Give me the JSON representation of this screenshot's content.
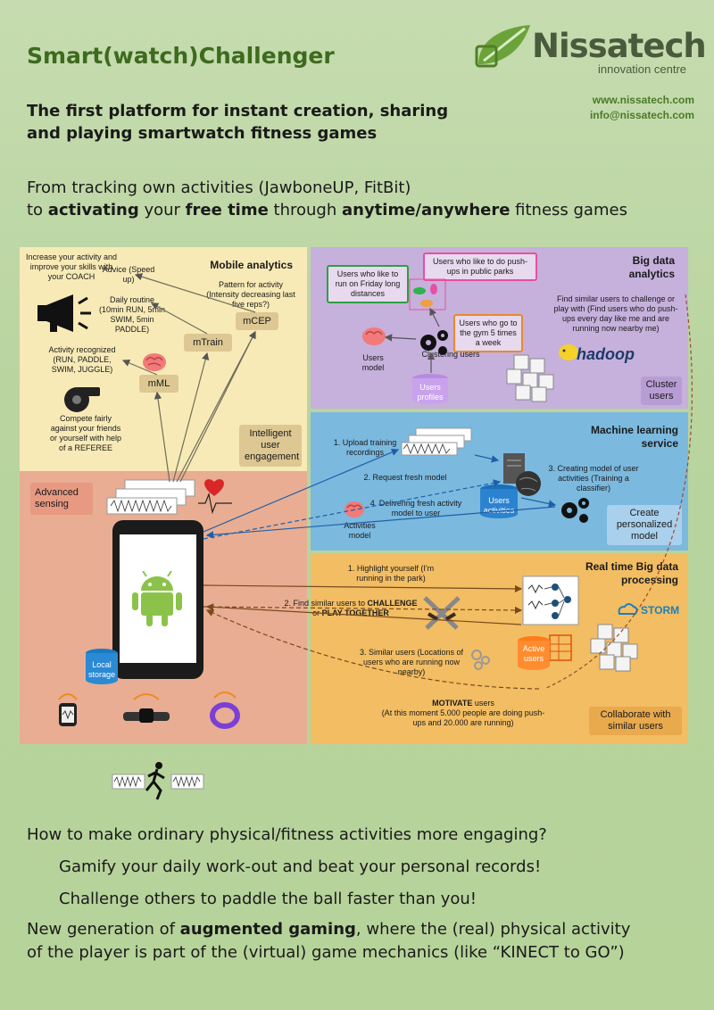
{
  "header": {
    "title": "Smart(watch)Challenger",
    "subtitle": "The first platform for instant creation, sharing and playing smartwatch fitness games",
    "lead_1": "From tracking own activities (JawboneUP, FitBit)",
    "lead_2_a": "to ",
    "lead_2_b": "activating",
    "lead_2_c": " your ",
    "lead_2_d": "free time",
    "lead_2_e": " through ",
    "lead_2_f": "anytime/anywhere",
    "lead_2_g": " fitness games",
    "logo_name": "Nissatech",
    "logo_sub": "innovation centre",
    "web": "www.nissatech.com",
    "email": "info@nissatech.com"
  },
  "mobile": {
    "title": "Mobile analytics",
    "coach": "Increase your activity and improve your skills with your COACH",
    "advice": "Advice (Speed up)",
    "routine": "Daily routine (10min RUN, 5min SWIM, 5min PADDLE)",
    "pattern": "Pattern for activity (Intensity decreasing last five reps?)",
    "recognized": "Activity recognized (RUN, PADDLE, SWIM, JUGGLE)",
    "referee": "Compete fairly against your friends or yourself with help of a REFEREE",
    "mml": "mML",
    "mtrain": "mTrain",
    "mcep": "mCEP",
    "engagement": "Intelligent user engagement"
  },
  "sensing": {
    "label": "Advanced sensing",
    "storage": "Local storage"
  },
  "bigdata": {
    "title": "Big data analytics",
    "friday": "Users who like to run on Friday long distances",
    "pushups": "Users who like to do push-ups in public parks",
    "gym": "Users who go to the gym 5 times a week",
    "find": "Find similar users to challenge or play with (Find users who do push-ups every day like me and are running now nearby me)",
    "users_model": "Users model",
    "clustering": "Clustering users",
    "profiles": "Users profiles",
    "hadoop": "hadoop",
    "cluster": "Cluster users"
  },
  "ml": {
    "title": "Machine learning service",
    "upload": "1. Upload training recordings",
    "request": "2. Request fresh model",
    "creating": "3. Creating model of user activities (Training a classifier)",
    "delivering": "4. Delivering fresh activity model to user",
    "activities": "Users activities",
    "activities_model": "Activities model",
    "personalized": "Create personalized model"
  },
  "rt": {
    "title": "Real time Big data processing",
    "highlight": "1. Highlight yourself (I'm running in the park)",
    "find_a": "2. Find similar users to ",
    "find_b": "CHALLENGE",
    "find_c": "or ",
    "find_d": "PLAY TOGETHER",
    "similar": "3. Similar users (Locations of users who are running now nearby)",
    "motivate_a": "MOTIVATE",
    "motivate_b": " users",
    "motivate_c": "(At this moment 5.000 people are doing push-ups and 20.000 are running)",
    "active": "Active users",
    "storm": "STORM",
    "collaborate": "Collaborate with similar users"
  },
  "bottom": {
    "q": "How to make ordinary physical/fitness activities more engaging?",
    "g1": "Gamify your daily work-out and beat your personal records!",
    "g2": "Challenge others to paddle the ball faster than you!",
    "n1_a": "New generation of ",
    "n1_b": "augmented gaming",
    "n1_c": ", where the (real) physical activity",
    "n2": "of the player is part of the (virtual) game mechanics (like “KINECT to GO”)"
  },
  "colors": {
    "title": "#3e6a1e",
    "yellow": "#f8eab6",
    "red": "#e8ad92",
    "purple": "#c6b0dc",
    "blue": "#7bb9df",
    "orange": "#f2bd63"
  }
}
